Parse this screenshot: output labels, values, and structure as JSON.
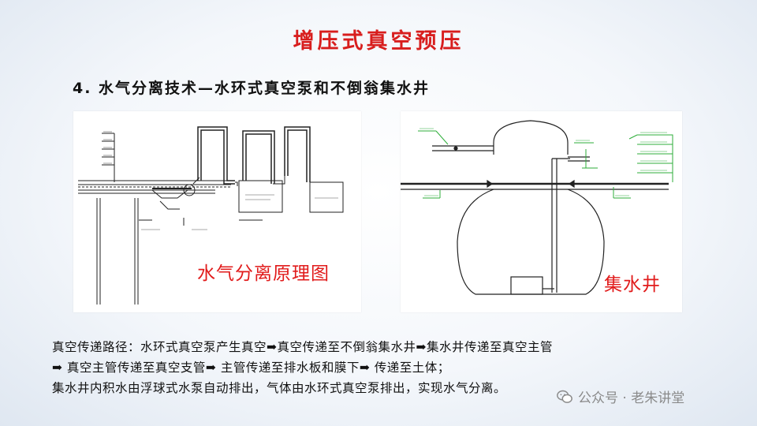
{
  "slide": {
    "title": "增压式真空预压",
    "section_heading": "4. 水气分离技术—水环式真空泵和不倒翁集水井"
  },
  "figures": {
    "left_caption": "水气分离原理图",
    "right_caption": "集水井",
    "colors": {
      "caption": "#e11b1b",
      "annotation_lines": "#2eae3a",
      "drawing": "#222222"
    }
  },
  "body": {
    "lines": [
      "真空传递路径：水环式真空泵产生真空➡真空传递至不倒翁集水井➡集水井传递至真空主管",
      "➡ 真空主管传递至真空支管➡  主管传递至排水板和膜下➡  传递至土体；",
      "集水井内积水由浮球式水泵自动排出，气体由水环式真空泵排出，实现水气分离。"
    ]
  },
  "watermark": {
    "text": "公众号 · 老朱讲堂",
    "icon": "wechat-logo-icon"
  },
  "theme": {
    "title_color": "#d81e1e"
  }
}
